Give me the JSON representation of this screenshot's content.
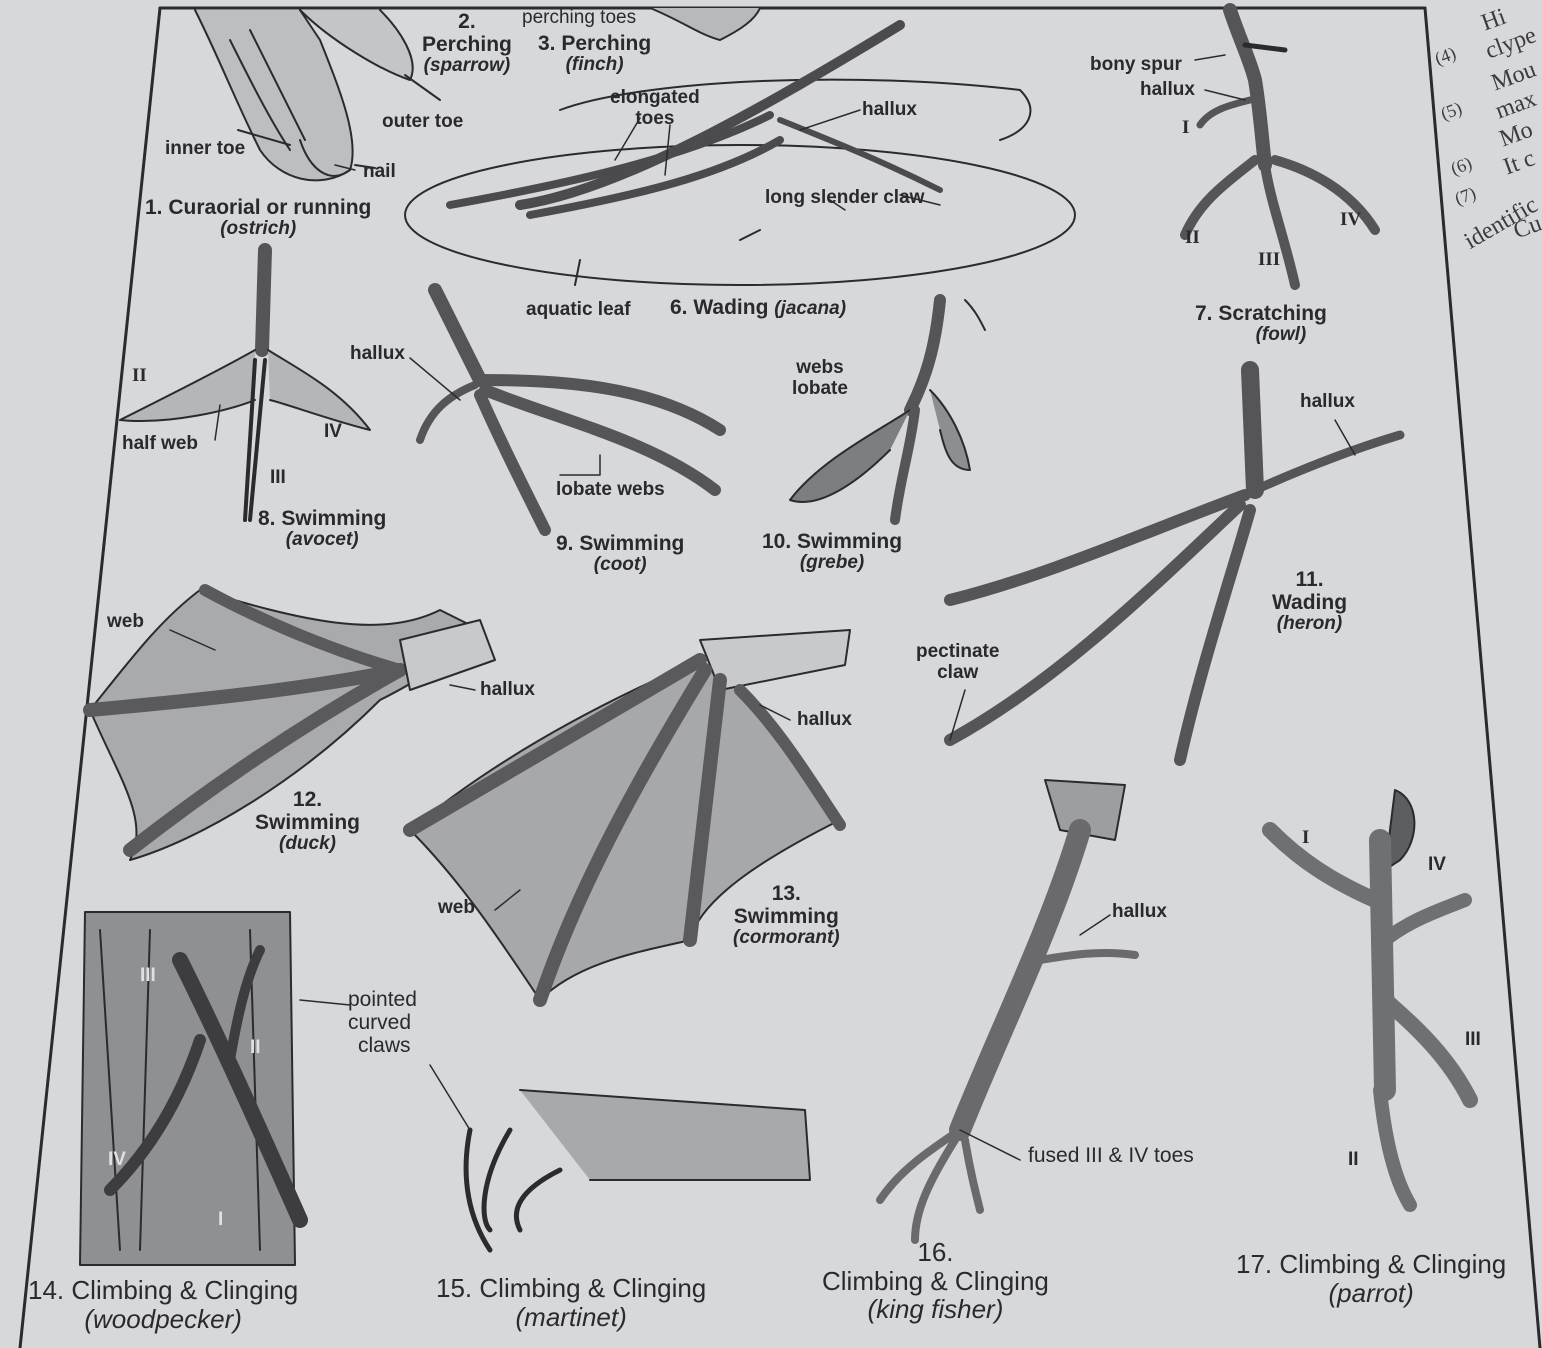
{
  "figures": [
    {
      "number": "1.",
      "title": "Curaorial or running",
      "species": "(ostrich)"
    },
    {
      "number": "2.",
      "title": "Perching",
      "species": "(sparrow)"
    },
    {
      "number": "3.",
      "title": "Perching",
      "species": "(finch)"
    },
    {
      "number": "6.",
      "title": "Wading",
      "species": "(jacana)"
    },
    {
      "number": "7.",
      "title": "Scratching",
      "species": "(fowl)"
    },
    {
      "number": "8.",
      "title": "Swimming",
      "species": "(avocet)"
    },
    {
      "number": "9.",
      "title": "Swimming",
      "species": "(coot)"
    },
    {
      "number": "10.",
      "title": "Swimming",
      "species": "(grebe)"
    },
    {
      "number": "11.",
      "title": "Wading",
      "species": "(heron)"
    },
    {
      "number": "12.",
      "title": "Swimming",
      "species": "(duck)"
    },
    {
      "number": "13.",
      "title": "Swimming",
      "species": "(cormorant)"
    },
    {
      "number": "14.",
      "title": "Climbing & Clinging",
      "species": "(woodpecker)"
    },
    {
      "number": "15.",
      "title": "Climbing & Clinging",
      "species": "(martinet)"
    },
    {
      "number": "16.",
      "title": "Climbing & Clinging",
      "species": "(king fisher)"
    },
    {
      "number": "17.",
      "title": "Climbing & Clinging",
      "species": "(parrot)"
    }
  ],
  "labels": {
    "perching_toes": "perching toes",
    "outer_toe": "outer toe",
    "inner_toe": "inner toe",
    "nail": "nail",
    "elongated_toes_1": "elongated",
    "elongated_toes_2": "toes",
    "hallux": "hallux",
    "long_slender_claw": "long slender claw",
    "aquatic_leaf": "aquatic leaf",
    "bony_spur": "bony spur",
    "half_web": "half web",
    "lobate_webs": "lobate webs",
    "webs_lobate_1": "webs",
    "webs_lobate_2": "lobate",
    "web": "web",
    "pectinate_claw_1": "pectinate",
    "pectinate_claw_2": "claw",
    "pointed_curved_claws_1": "pointed",
    "pointed_curved_claws_2": "curved",
    "pointed_curved_claws_3": "claws",
    "fused_toes": "fused III & IV toes"
  },
  "toe_numerals": {
    "I": "I",
    "II": "II",
    "III": "III",
    "IV": "IV"
  },
  "margin_text": [
    "Hi",
    "clype",
    "(4)",
    "Mou",
    "max",
    "(5)",
    "Mo",
    "(6)",
    "It c",
    "(7)",
    "identific",
    "Cu"
  ]
}
